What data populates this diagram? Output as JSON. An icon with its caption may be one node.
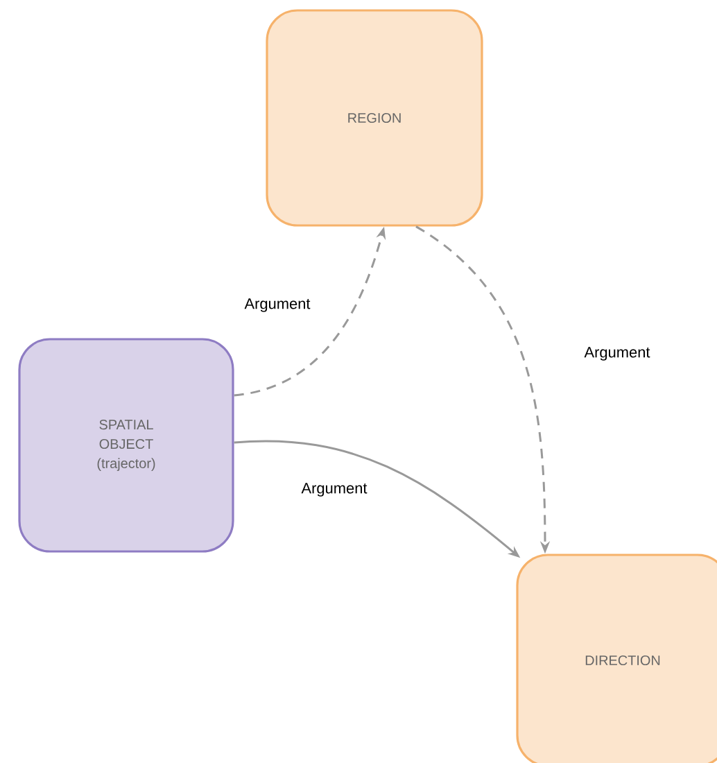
{
  "diagram": {
    "nodes": [
      {
        "text": [
          "REGION"
        ]
      },
      {
        "text": [
          "SPATIAL OBJECT",
          "(trajector)"
        ]
      },
      {
        "text": [
          "DIRECTION"
        ]
      }
    ],
    "edges": [
      {
        "from": 1,
        "to": 0,
        "arrow": "to",
        "style": "dashed",
        "label": "Argument"
      },
      {
        "from": 0,
        "to": 2,
        "arrow": "to",
        "style": "dashed",
        "label": "Argument"
      },
      {
        "from": 1,
        "to": 2,
        "arrow": "to",
        "label": "Argument"
      }
    ]
  }
}
